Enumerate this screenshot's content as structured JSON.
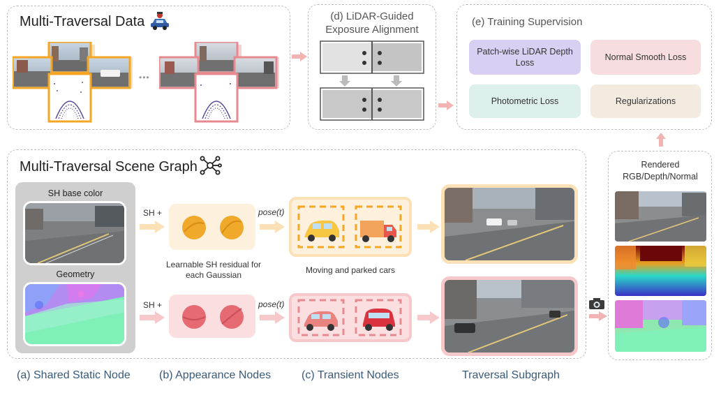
{
  "panels": {
    "multi_traversal_data": {
      "title": "Multi-Traversal Data",
      "ellipsis": "•••"
    },
    "exposure": {
      "title": "(d) LiDAR-Guided Exposure Alignment"
    },
    "training": {
      "title": "(e) Training Supervision",
      "losses": [
        {
          "label": "Patch-wise LiDAR Depth Loss",
          "color": "#d9cff2"
        },
        {
          "label": "Normal Smooth Loss",
          "color": "#f7dde0"
        },
        {
          "label": "Photometric Loss",
          "color": "#ddf0ee"
        },
        {
          "label": "Regularizations",
          "color": "#f4ebe0"
        }
      ]
    },
    "scene_graph": {
      "title": "Multi-Traversal Scene Graph"
    },
    "rendered": {
      "title": "Rendered RGB/Depth/Normal"
    }
  },
  "static_node": {
    "sh_label": "SH base color",
    "geometry_label": "Geometry"
  },
  "appearance": {
    "sh_plus_top": "SH +",
    "sh_plus_bottom": "SH +",
    "note": "Learnable SH residual for each Gaussian"
  },
  "transient": {
    "pose_top": "pose(t)",
    "pose_bottom": "pose(t)",
    "note": "Moving and parked cars"
  },
  "captions": {
    "a": "(a) Shared Static Node",
    "b": "(b) Appearance Nodes",
    "c": "(c) Transient Nodes",
    "d": "Traversal Subgraph"
  },
  "colors": {
    "orange": "#f5a623",
    "pink": "#e78a8f",
    "arrow": "#f2b3b3",
    "orange_fill": "#fdf0dc",
    "pink_fill": "#fbdfe0"
  }
}
